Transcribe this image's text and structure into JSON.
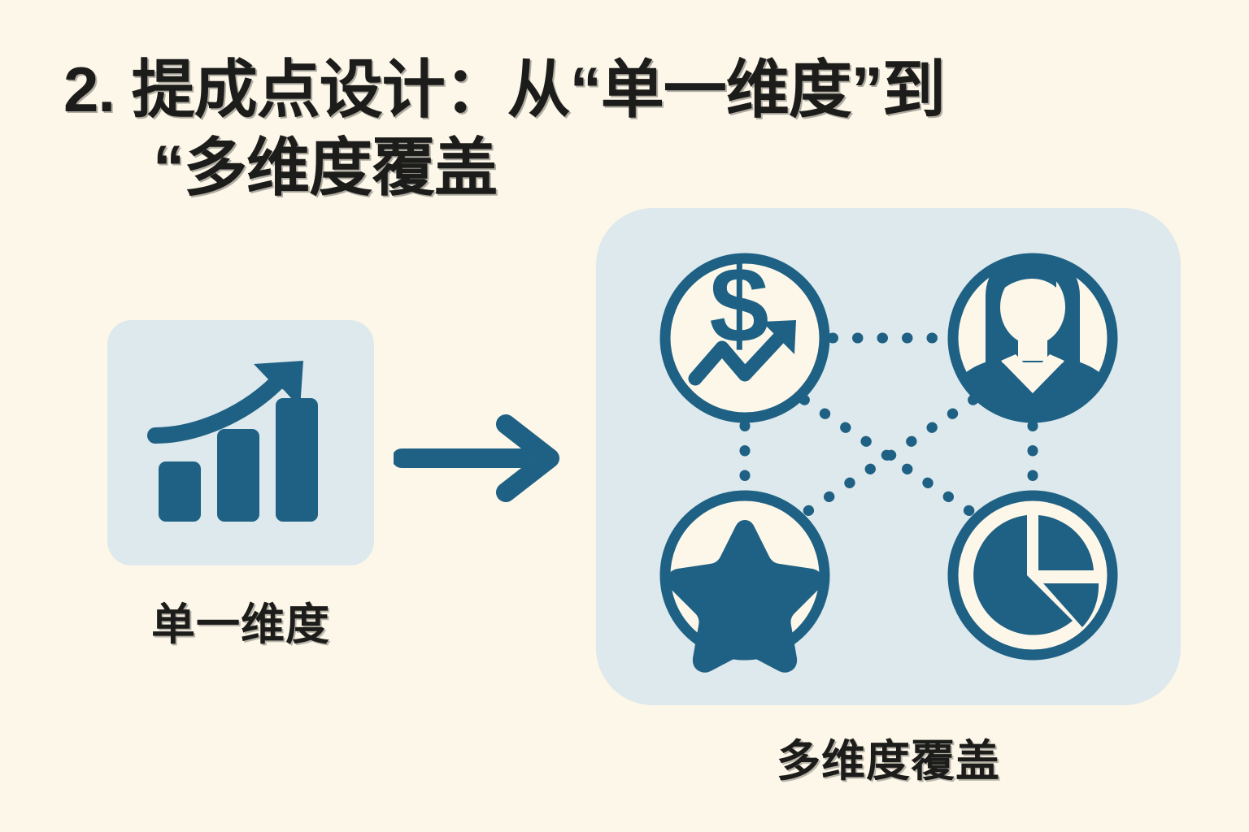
{
  "page": {
    "background_color": "#FDF7E9",
    "accent_color": "#1F6184",
    "panel_color": "#DDE9EC",
    "text_color": "#1C1C1A"
  },
  "title": {
    "line1": "2. 提成点设计：从“单一维度”到",
    "line2": "“多维度覆盖"
  },
  "left": {
    "label": "单一维度",
    "icon_name": "bar-chart-growth-icon",
    "icon_color": "#1F6184",
    "card_color": "#DDE9EC"
  },
  "arrow": {
    "icon_name": "right-arrow-icon",
    "color": "#1F6184"
  },
  "right": {
    "label": "多维度覆盖",
    "panel_color": "#DDE9EC",
    "nodes": [
      {
        "id": "revenue",
        "icon_name": "dollar-growth-icon",
        "position": "top-left"
      },
      {
        "id": "customer",
        "icon_name": "person-avatar-icon",
        "position": "top-right"
      },
      {
        "id": "quality",
        "icon_name": "star-icon",
        "position": "bottom-left"
      },
      {
        "id": "share",
        "icon_name": "pie-chart-icon",
        "position": "bottom-right"
      }
    ],
    "connectors": [
      {
        "from": "revenue",
        "to": "customer",
        "style": "dotted"
      },
      {
        "from": "revenue",
        "to": "quality",
        "style": "dotted"
      },
      {
        "from": "customer",
        "to": "share",
        "style": "dotted"
      },
      {
        "from": "revenue",
        "to": "share",
        "style": "dotted"
      },
      {
        "from": "customer",
        "to": "quality",
        "style": "dotted"
      }
    ]
  }
}
